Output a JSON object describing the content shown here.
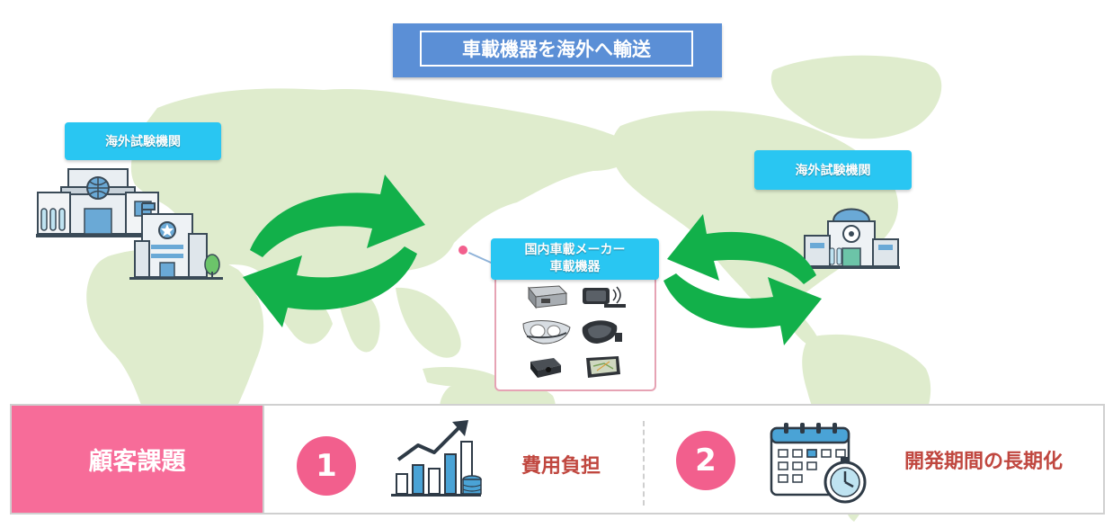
{
  "title": "車載機器を海外へ輸送",
  "left_lab": {
    "label": "海外試験機関"
  },
  "right_lab": {
    "label": "海外試験機関"
  },
  "domestic": {
    "label_line1": "国内車載メーカー",
    "label_line2": "車載機器"
  },
  "devices": [
    "ecu-box",
    "gps-antenna",
    "headlight",
    "side-mirror",
    "dashcam",
    "navigation-unit"
  ],
  "issues": {
    "heading": "顧客課題",
    "items": [
      {
        "number": "1",
        "text": "費用負担",
        "icon": "bar-chart-growth-icon"
      },
      {
        "number": "2",
        "text": "開発期間の長期化",
        "icon": "calendar-stopwatch-icon"
      }
    ]
  },
  "colors": {
    "title_bg": "#5b8fd6",
    "label_bg": "#29c6f2",
    "arrow": "#12b04a",
    "map": "#dfeccd",
    "pink": "#f76c99",
    "issue_text": "#c0473f",
    "japan_marker": "#f25f8d"
  }
}
